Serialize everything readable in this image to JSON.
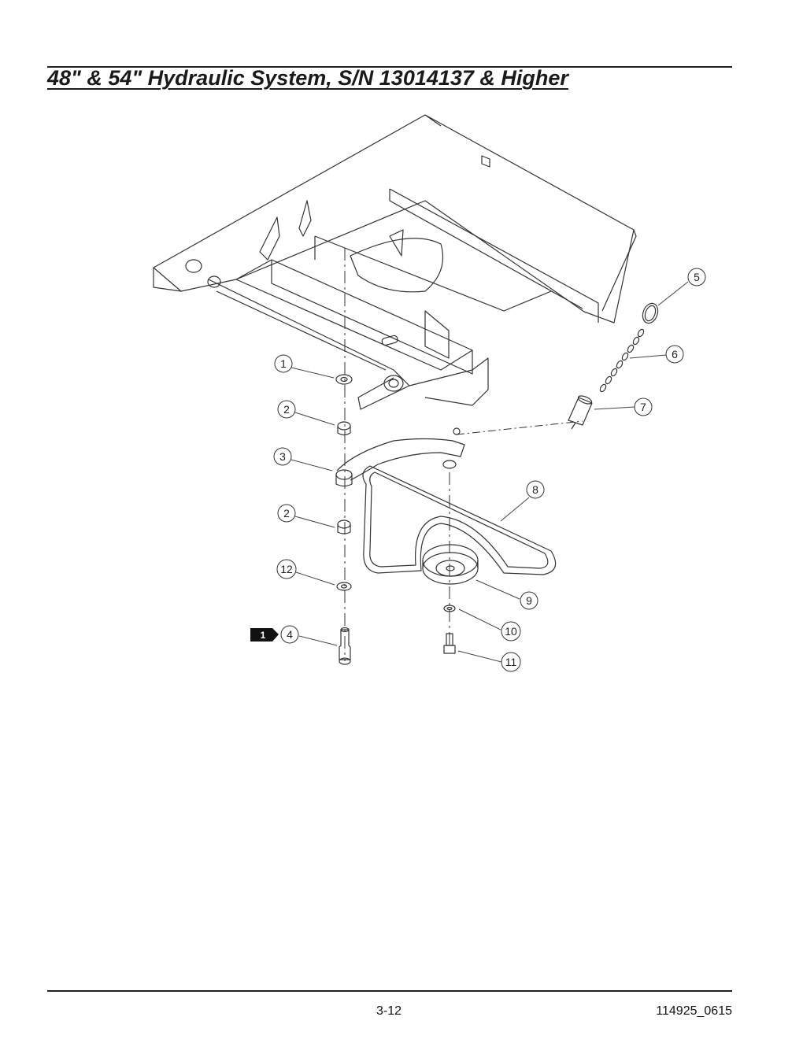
{
  "header": {
    "title": "48\" & 54\" Hydraulic System, S/N 13014137 & Higher "
  },
  "callouts": [
    {
      "id": "1",
      "label": "1"
    },
    {
      "id": "2a",
      "label": "2"
    },
    {
      "id": "3",
      "label": "3"
    },
    {
      "id": "2b",
      "label": "2"
    },
    {
      "id": "12",
      "label": "12"
    },
    {
      "id": "4",
      "label": "4"
    },
    {
      "id": "5",
      "label": "5"
    },
    {
      "id": "6",
      "label": "6"
    },
    {
      "id": "7",
      "label": "7"
    },
    {
      "id": "8",
      "label": "8"
    },
    {
      "id": "9",
      "label": "9"
    },
    {
      "id": "10",
      "label": "10"
    },
    {
      "id": "11",
      "label": "11"
    }
  ],
  "note_badge": {
    "label": "1"
  },
  "footer": {
    "page_number": "3-12",
    "doc_number": "114925_0615"
  }
}
